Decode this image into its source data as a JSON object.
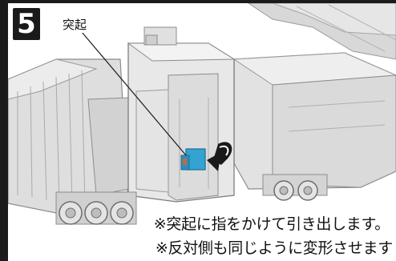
{
  "step": {
    "number": "5"
  },
  "callout": {
    "label": "突起"
  },
  "notes": [
    "※突起に指をかけて引き出します。",
    "※反対側も同じように変形させます"
  ],
  "colors": {
    "highlight": "#35a3d2",
    "frame": "#1b1b1b",
    "model": "#e3e3e3"
  },
  "icons": {
    "arrow": "pull-arrow-icon"
  }
}
